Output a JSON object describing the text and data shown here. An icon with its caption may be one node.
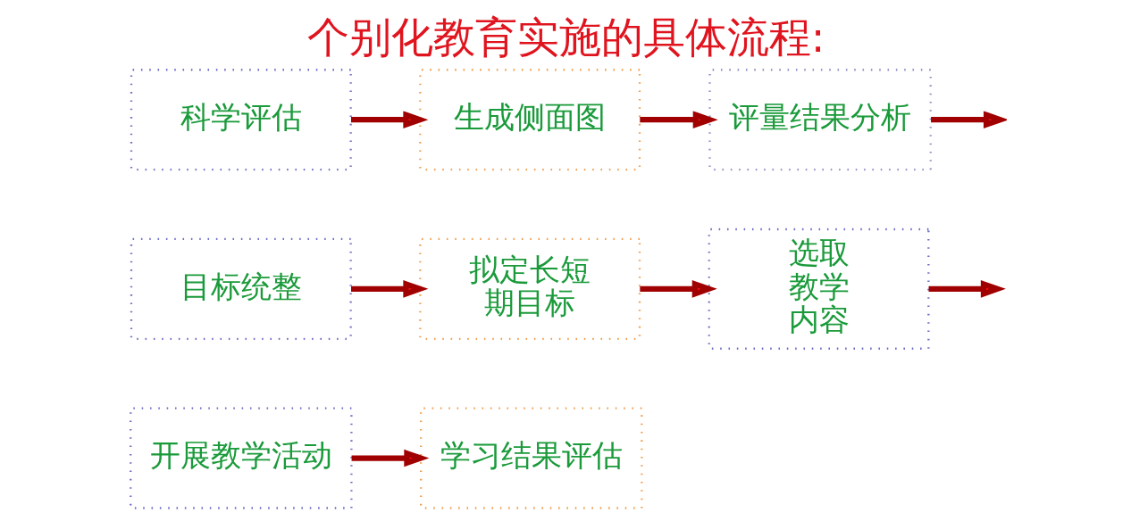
{
  "diagram": {
    "title": "个别化教育实施的具体流程:",
    "nodes": [
      {
        "text": [
          "科学评估"
        ]
      },
      {
        "text": [
          "生成侧面图"
        ]
      },
      {
        "text": [
          "评量结果分析"
        ]
      },
      {
        "text": [
          "目标统整"
        ]
      },
      {
        "text": [
          "拟定长短期目标"
        ]
      },
      {
        "text": [
          "选取教学内容"
        ]
      },
      {
        "text": [
          "开展教学活动"
        ]
      },
      {
        "text": [
          "学习结果评估"
        ]
      }
    ],
    "edges": [
      {
        "from": 0,
        "to": 1,
        "arrow": "to"
      },
      {
        "from": 1,
        "to": 2,
        "arrow": "to"
      },
      {
        "from": 2,
        "to": null,
        "arrow": "to"
      },
      {
        "from": 3,
        "to": 4,
        "arrow": "to"
      },
      {
        "from": 4,
        "to": 5,
        "arrow": "to"
      },
      {
        "from": 5,
        "to": null,
        "arrow": "to"
      },
      {
        "from": 6,
        "to": 7,
        "arrow": "to"
      }
    ]
  }
}
